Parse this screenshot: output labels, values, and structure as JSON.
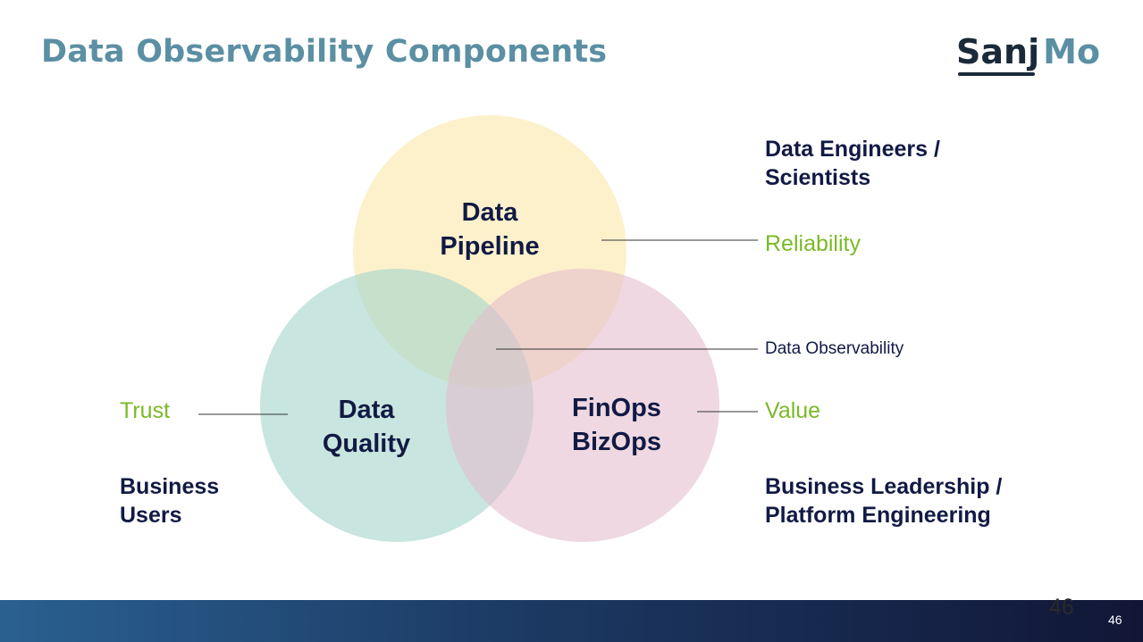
{
  "slide": {
    "title": "Data Observability Components",
    "page_number": "46"
  },
  "logo": {
    "part1": "Sanj",
    "part2": "Mo"
  },
  "circles": {
    "pipeline": {
      "label": "Data\nPipeline",
      "color": "#fdefc6"
    },
    "quality": {
      "label": "Data\nQuality",
      "color": "#a6d5cb"
    },
    "finops": {
      "label": "FinOps\nBizOps",
      "color": "#e3bccb"
    }
  },
  "annotations": {
    "pipeline_audience": "Data Engineers /\nScientists",
    "pipeline_outcome": "Reliability",
    "center": "Data Observability",
    "quality_outcome": "Trust",
    "quality_audience": "Business\nUsers",
    "finops_outcome": "Value",
    "finops_audience": "Business Leadership /\nPlatform Engineering"
  },
  "colors": {
    "title": "#5b8fa3",
    "dark_text": "#111a44",
    "outcome_green": "#7ab927"
  }
}
